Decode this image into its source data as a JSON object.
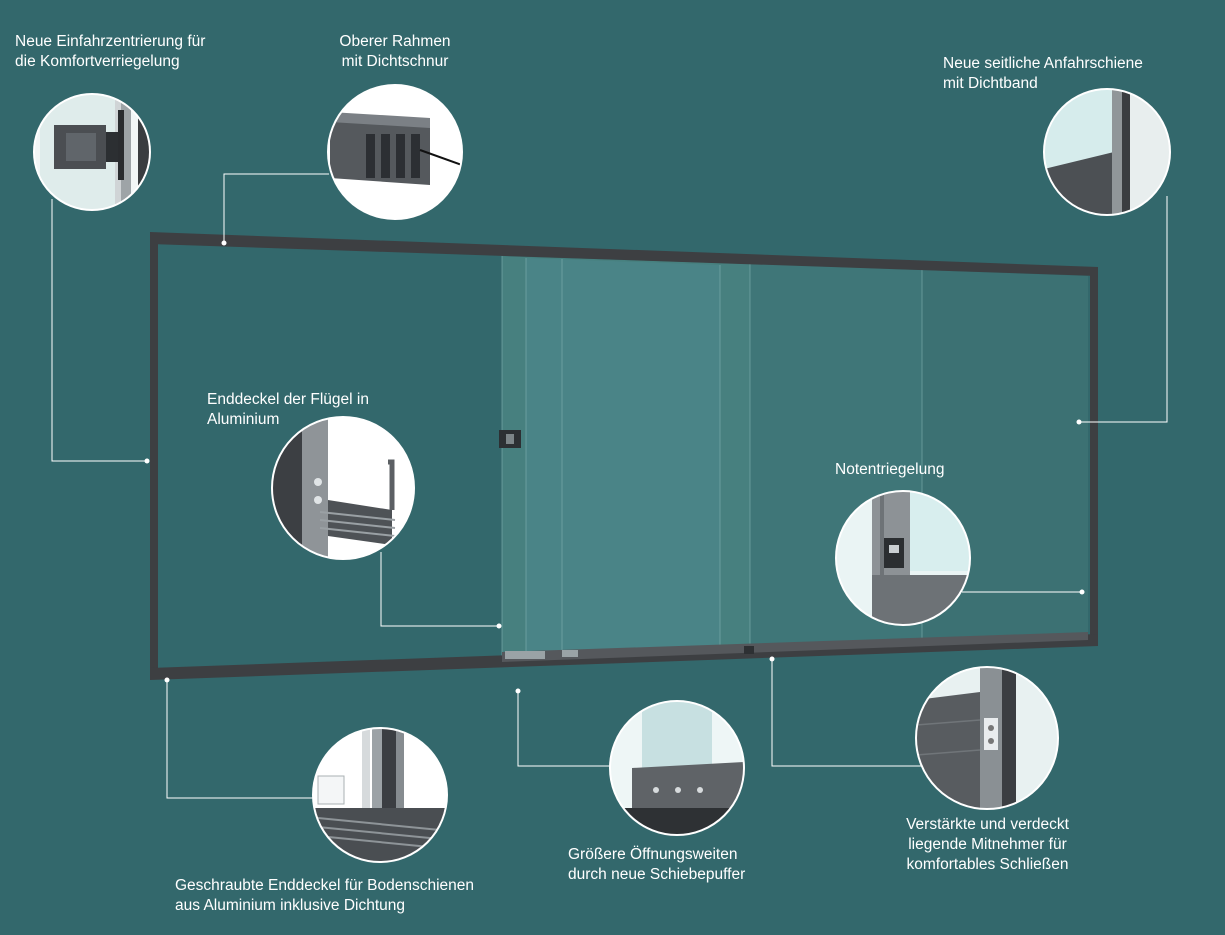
{
  "labels": {
    "einfahrzentrierung": "Neue Einfahrzentrierung für\ndie Komfortverriegelung",
    "oberer_rahmen": "Oberer Rahmen\nmit Dichtschnur",
    "anfahrschiene": "Neue seitliche Anfahrschiene\nmit Dichtband",
    "enddeckel_fluegel": "Enddeckel der Flügel in\nAluminium",
    "notentriegelung": "Notentriegelung",
    "geschraubte_enddeckel": "Geschraubte Enddeckel für Bodenschienen\naus Aluminium inklusive Dichtung",
    "oeffnungsweiten": "Größere Öffnungsweiten\ndurch neue Schiebepuffer",
    "mitnehmer": "Verstärkte und verdeckt\nliegende Mitnehmer für\nkomfortables Schließen"
  },
  "colors": {
    "background": "#33686c",
    "frame": "#3d3f42",
    "glass": "#4f8a8c",
    "leader": "#ffffff"
  }
}
